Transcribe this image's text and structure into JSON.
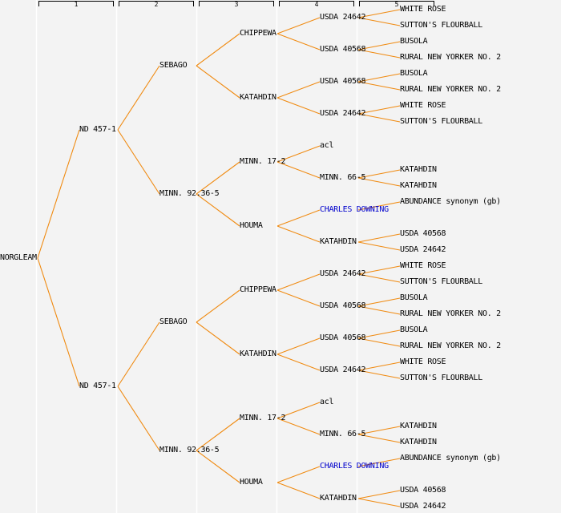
{
  "title": "Pedigree of NORGLEAM",
  "columns": [
    "1",
    "2",
    "3",
    "4",
    "5"
  ],
  "colors": {
    "background": "#f3f3f3",
    "line": "#f08a10",
    "separator": "#ffffff",
    "text": "#000000",
    "link_text": "#0000cc"
  },
  "pedigree": {
    "name": "NORGLEAM",
    "parents": [
      {
        "name": "ND 457-1",
        "parents": [
          {
            "name": "SEBAGO",
            "parents": [
              {
                "name": "CHIPPEWA",
                "parents": [
                  {
                    "name": "USDA 24642",
                    "parents": [
                      {
                        "name": "WHITE ROSE"
                      },
                      {
                        "name": "SUTTON'S FLOURBALL"
                      }
                    ]
                  },
                  {
                    "name": "USDA 40568",
                    "parents": [
                      {
                        "name": "BUSOLA"
                      },
                      {
                        "name": "RURAL NEW YORKER NO. 2"
                      }
                    ]
                  }
                ]
              },
              {
                "name": "KATAHDIN",
                "parents": [
                  {
                    "name": "USDA 40568",
                    "parents": [
                      {
                        "name": "BUSOLA"
                      },
                      {
                        "name": "RURAL NEW YORKER NO. 2"
                      }
                    ]
                  },
                  {
                    "name": "USDA 24642",
                    "parents": [
                      {
                        "name": "WHITE ROSE"
                      },
                      {
                        "name": "SUTTON'S FLOURBALL"
                      }
                    ]
                  }
                ]
              }
            ]
          },
          {
            "name": "MINN. 92.36-5",
            "parents": [
              {
                "name": "MINN. 17-2",
                "parents": [
                  {
                    "name": "acl"
                  },
                  {
                    "name": "MINN. 66-5",
                    "parents": [
                      {
                        "name": "KATAHDIN"
                      },
                      {
                        "name": "KATAHDIN"
                      }
                    ]
                  }
                ]
              },
              {
                "name": "HOUMA",
                "parents": [
                  {
                    "name": "CHARLES DOWNING",
                    "link": true,
                    "parents": [
                      {
                        "name": "ABUNDANCE synonym (gb)"
                      }
                    ]
                  },
                  {
                    "name": "KATAHDIN",
                    "parents": [
                      {
                        "name": "USDA 40568"
                      },
                      {
                        "name": "USDA 24642"
                      }
                    ]
                  }
                ]
              }
            ]
          }
        ]
      },
      {
        "name": "ND 457-1",
        "parents": [
          {
            "name": "SEBAGO",
            "parents": [
              {
                "name": "CHIPPEWA",
                "parents": [
                  {
                    "name": "USDA 24642",
                    "parents": [
                      {
                        "name": "WHITE ROSE"
                      },
                      {
                        "name": "SUTTON'S FLOURBALL"
                      }
                    ]
                  },
                  {
                    "name": "USDA 40568",
                    "parents": [
                      {
                        "name": "BUSOLA"
                      },
                      {
                        "name": "RURAL NEW YORKER NO. 2"
                      }
                    ]
                  }
                ]
              },
              {
                "name": "KATAHDIN",
                "parents": [
                  {
                    "name": "USDA 40568",
                    "parents": [
                      {
                        "name": "BUSOLA"
                      },
                      {
                        "name": "RURAL NEW YORKER NO. 2"
                      }
                    ]
                  },
                  {
                    "name": "USDA 24642",
                    "parents": [
                      {
                        "name": "WHITE ROSE"
                      },
                      {
                        "name": "SUTTON'S FLOURBALL"
                      }
                    ]
                  }
                ]
              }
            ]
          },
          {
            "name": "MINN. 92.36-5",
            "parents": [
              {
                "name": "MINN. 17-2",
                "parents": [
                  {
                    "name": "acl"
                  },
                  {
                    "name": "MINN. 66-5",
                    "parents": [
                      {
                        "name": "KATAHDIN"
                      },
                      {
                        "name": "KATAHDIN"
                      }
                    ]
                  }
                ]
              },
              {
                "name": "HOUMA",
                "parents": [
                  {
                    "name": "CHARLES DOWNING",
                    "link": true,
                    "parents": [
                      {
                        "name": "ABUNDANCE synonym (gb)"
                      }
                    ]
                  },
                  {
                    "name": "KATAHDIN",
                    "parents": [
                      {
                        "name": "USDA 40568"
                      },
                      {
                        "name": "USDA 24642"
                      }
                    ]
                  }
                ]
              }
            ]
          }
        ]
      }
    ]
  }
}
